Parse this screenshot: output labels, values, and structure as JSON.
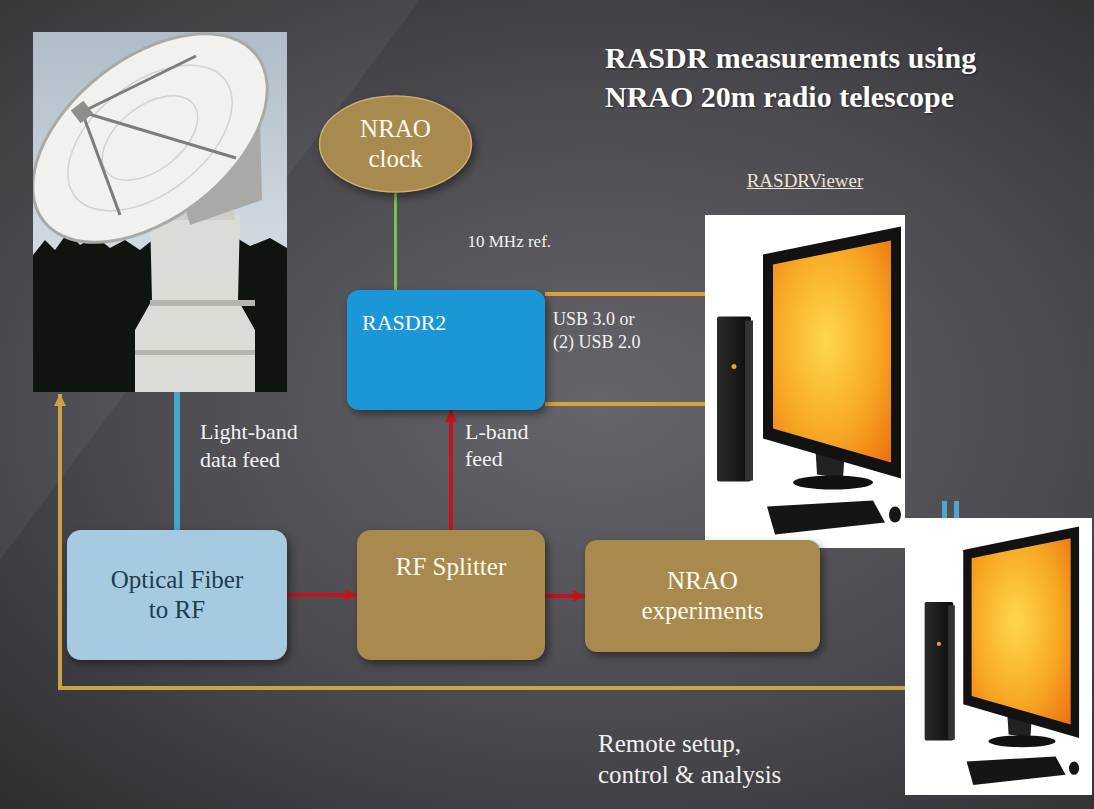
{
  "diagram": {
    "title": "RASDR measurements using NRAO 20m radio telescope",
    "nodes": [
      {
        "text": [
          "NRAO clock"
        ]
      },
      {
        "text": [
          "RASDR2"
        ]
      },
      {
        "text": [
          "RASDRViewer"
        ]
      },
      {
        "text": [
          "Optical Fiber to RF"
        ]
      },
      {
        "text": [
          "RF Splitter"
        ]
      },
      {
        "text": [
          "NRAO experiments"
        ]
      }
    ],
    "edges": [
      {
        "from": 0,
        "to": 1,
        "label": "10 MHz ref.",
        "arrow": "none"
      },
      {
        "from": 1,
        "to": 2,
        "label": "USB 3.0 or (2) USB 2.0",
        "arrow": "none"
      },
      {
        "from": 3,
        "to": 4,
        "arrow": "to"
      },
      {
        "from": 4,
        "to": 1,
        "label": "L-band feed",
        "arrow": "to"
      },
      {
        "from": 4,
        "to": 5,
        "arrow": "to"
      }
    ],
    "labels": [
      "Light-band data feed",
      "Remote setup, control & analysis"
    ]
  }
}
